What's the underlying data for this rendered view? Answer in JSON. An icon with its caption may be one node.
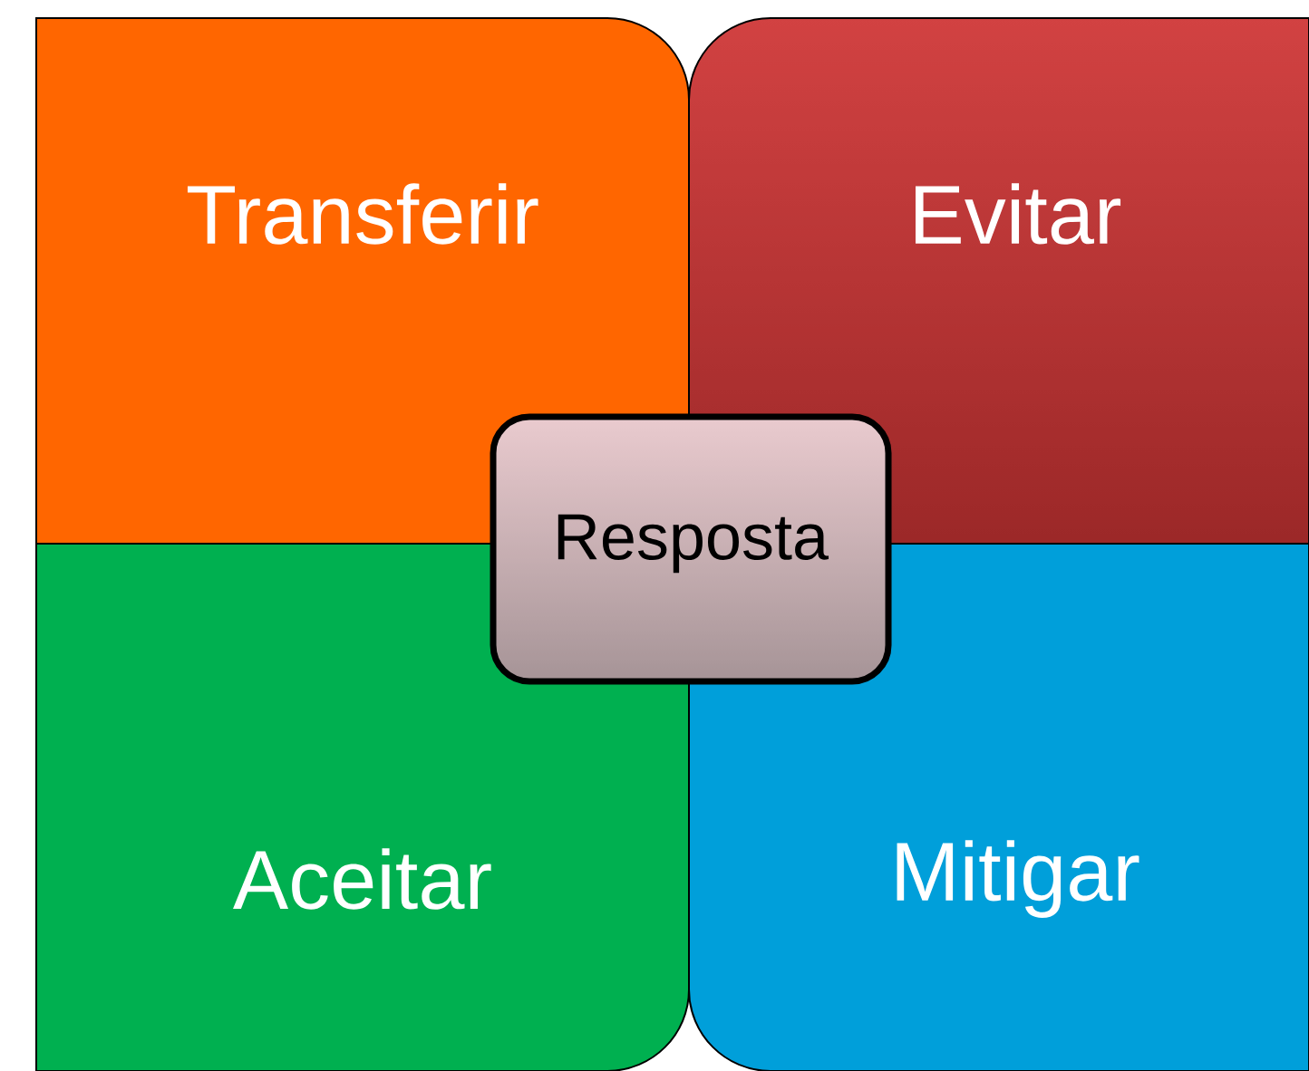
{
  "diagram": {
    "nodes": [
      {
        "text": [
          "Transferir"
        ]
      },
      {
        "text": [
          "Evitar"
        ]
      },
      {
        "text": [
          "Resposta"
        ]
      },
      {
        "text": [
          "Aceitar"
        ]
      },
      {
        "text": [
          "Mitigar"
        ]
      }
    ]
  }
}
